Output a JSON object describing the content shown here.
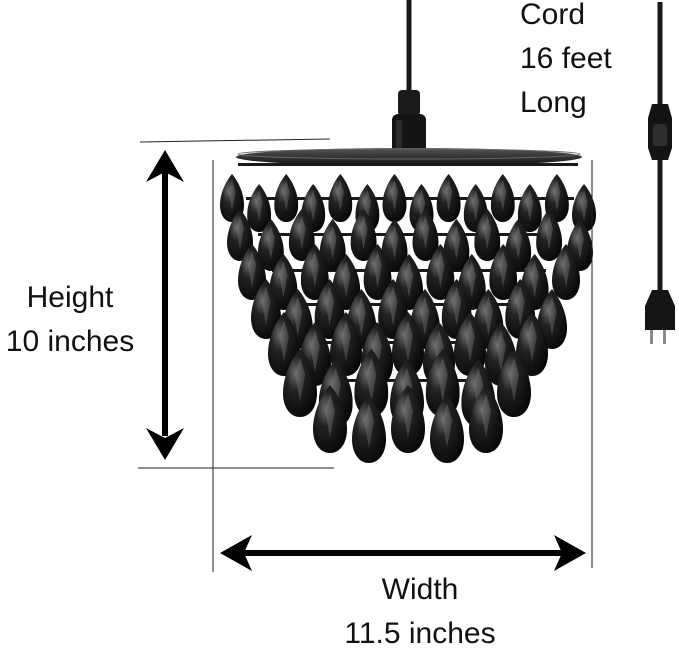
{
  "labels": {
    "cord": [
      "Cord",
      "16 feet",
      "Long"
    ],
    "height": [
      "Height",
      "10 inches"
    ],
    "width": [
      "Width",
      "11.5 inches"
    ]
  },
  "colors": {
    "text": "#111111",
    "chandelier": "#0c0c0c",
    "highlight": "#5a5a5a",
    "guide_line": "#222222"
  },
  "icons": {
    "chandelier": "chandelier-icon",
    "plug": "plug-icon",
    "switch": "inline-switch-icon"
  }
}
